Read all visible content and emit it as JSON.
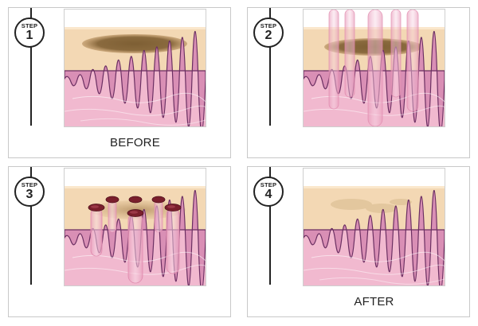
{
  "step_label": "STEP",
  "panels": [
    {
      "step": "1",
      "caption": "BEFORE"
    },
    {
      "step": "2",
      "caption": ""
    },
    {
      "step": "3",
      "caption": ""
    },
    {
      "step": "4",
      "caption": "AFTER"
    }
  ],
  "colors": {
    "background": "#ffffff",
    "outline": "#222222",
    "epidermis": "#f3d8b4",
    "dermis": "#f1b9cf",
    "pigment": "#8a6a3e",
    "wound": "#7a1f2c"
  }
}
